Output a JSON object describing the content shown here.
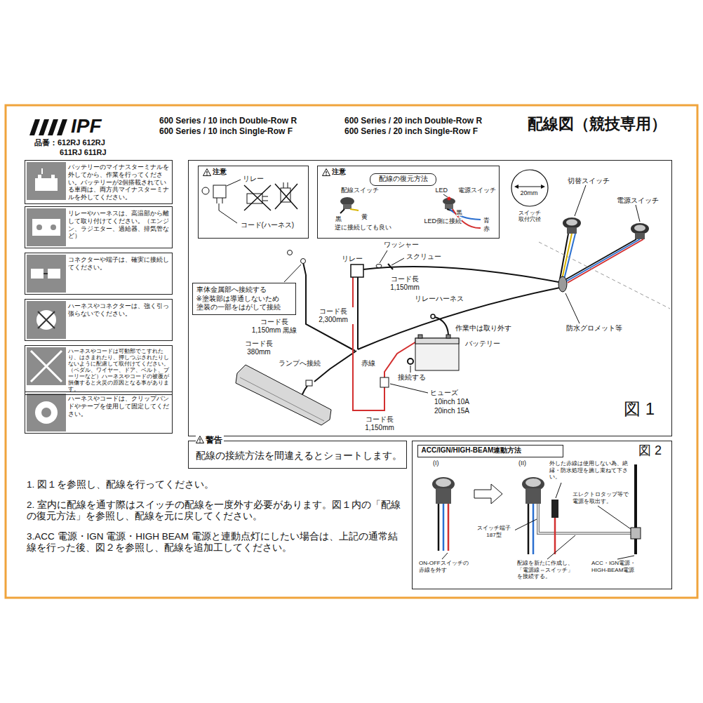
{
  "diagram": {
    "title": "配線図（競技専用）",
    "nodes": [
      {
        "text": [
          "バッテリーのマイナスターミナルを外してから、作業を行ってください。バッテリーが2個搭載されている車両は、両方共マイナスターミナルを外してください。"
        ]
      },
      {
        "text": [
          "リレーやハーネスは、高温部から離して取り付けてください。（エンジン、ラジエター、過給器、排気管など）"
        ]
      },
      {
        "text": [
          "コネクターや端子は、確実に接続してください。"
        ]
      },
      {
        "text": [
          "ハーネスやコネクターは、強く引っ張らないでください。"
        ]
      },
      {
        "text": [
          "ハーネスやコードは可動部でこすれたり、はさまれたり、押しつぶされたりしないように配慮して取付けてください。（ペダル、ワイヤー、ドア、ベルト、プーリーなど）ハーネスやコードの被覆が損傷すると火災の原因となる事があります。"
        ]
      },
      {
        "text": [
          "ハーネスやコードは、クリップバンドやテープを使用して固定してください。"
        ]
      },
      {
        "text": [
          "図 1"
        ]
      },
      {
        "text": [
          "注意",
          "リレー",
          "コード(ハーネス)"
        ],
        "in": 6
      },
      {
        "text": [
          "注意",
          "配線スイッチ",
          "LED",
          "電源スイッチ",
          "黒",
          "黄",
          "逆に接続しても良い",
          "黒",
          "LED側に接続",
          "青",
          "赤"
        ],
        "in": 6
      },
      {
        "text": [
          "配線の復元方法"
        ],
        "in": 8
      },
      {
        "text": [
          "20mm",
          "スイッチ取付穴径"
        ],
        "in": 6
      },
      {
        "text": [
          "車体金属部へ接続する",
          "※塗装部は導通しないため塗装の一部をはがして接続"
        ],
        "in": 6
      },
      {
        "text": [
          "警告",
          "配線の接続方法を間違えるとショートします。"
        ]
      },
      {
        "text": [
          "図 2"
        ]
      },
      {
        "text": [
          "ACC/IGN/HIGH-BEAM連動方法"
        ],
        "in": 13
      }
    ],
    "labels": [
      "IPF",
      "600 Series / 10 inch Double-Row R",
      "600 Series / 10 inch Single-Row F",
      "600 Series / 20 inch Double-Row R",
      "600 Series / 20 inch Single-Row F",
      "品番：612RJ 612RJ",
      "611RJ 611RJ",
      "切替スイッチ",
      "電源スイッチ",
      "防水グロメット等",
      "ワッシャー",
      "スクリュー",
      "リレー",
      "コード長 1,150mm",
      "リレーハーネス",
      "コード長 1,150mm 黒線",
      "作業中は取り外す",
      "バッテリー",
      "コード長 2,300mm",
      "コード長 380mm",
      "ランプへ接続",
      "赤線",
      "接続する",
      "ヒューズ",
      "10inch 10A",
      "20inch 15A",
      "コード長 1,150mm",
      "1. 図１を参照し、配線を行ってください。",
      "2. 室内に配線を通す際はスイッチの配線を一度外す必要があります。図１内の「配線の復元方法」を参照し、配線を元に戻してください。",
      "3.ACC 電源・IGN 電源・HIGH BEAM 電源と連動点灯にしたい場合は、上記の通常結線を行った後、図２を参照し、配線を追加工してください。",
      "(I)",
      "(II)",
      "外した赤線は使用しない為、絶縁・防水処理を施し束ねて下さい。",
      "エレクトロタップ等で電源を取出す。",
      "スイッチ端子 187型",
      "ON-OFFスイッチの赤線を外す",
      "配線を新たに作成し、「電源線⇔スイッチ」を接続する。",
      "ACC・IGN電源・HIGH-BEAM電源"
    ]
  }
}
